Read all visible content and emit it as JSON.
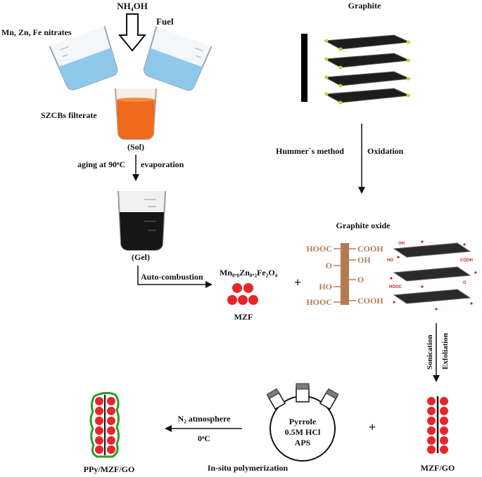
{
  "top": {
    "nh4oh": "NH₄OH",
    "nitrates": "Mn, Zn, Fe nitrates",
    "fuel": "Fuel",
    "graphite": "Graphite"
  },
  "left": {
    "filtrate": "SZCBs filterate",
    "sol": "(Sol)",
    "aging": "aging at 90ᵒC",
    "evaporation": "evaporation",
    "gel": "(Gel)",
    "auto_combustion": "Auto-combustion"
  },
  "middle": {
    "mzf_formula": "Mn₀.₈Zn₀.₂Fe₂O₄",
    "mzf": "MZF",
    "plus": "+"
  },
  "right": {
    "hummer": "Hummer`s method",
    "oxidation": "Oxidation",
    "graphite_oxide": "Graphite oxide",
    "sonication": "Sonication",
    "exfoliation": "Exfoliation",
    "mzf_go": "MZF/GO"
  },
  "functional_groups": {
    "hooc_top": "HOOC",
    "cooh_top": "COOH",
    "o_left": "O",
    "oh_right": "OH",
    "o_right": "O",
    "ho_left": "HO",
    "hooc_bottom": "HOOC",
    "cooh_bottom": "COOH"
  },
  "go_sheet_labels": {
    "oh": "OH",
    "ho": "HO",
    "cooh": "COOH",
    "hooc": "HOOC",
    "o": "O"
  },
  "bottom": {
    "pyrrole": "Pyrrole",
    "hcl": "0.5M HCl",
    "aps": "APS",
    "plus": "+",
    "n2": "N₂ atmosphere",
    "temp": "0ᵒC",
    "insitu": "In-situ polymerization",
    "product": "PPy/MZF/GO"
  },
  "colors": {
    "particle": "#e8252a",
    "polymer": "#2a9d2a",
    "oxide_bar": "#b57a52",
    "sol_liquid": "#ef6a1c",
    "gel_liquid": "#161616",
    "water": "#8ec9ea"
  }
}
